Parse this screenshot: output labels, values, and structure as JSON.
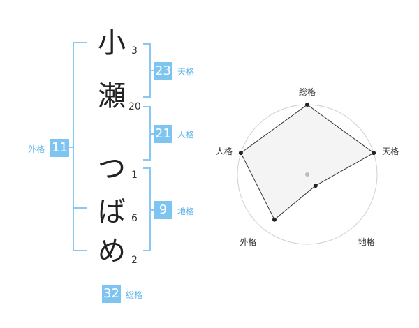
{
  "name_chars": [
    {
      "char": "小",
      "strokes": "3"
    },
    {
      "char": "瀬",
      "strokes": "20"
    },
    {
      "char": "つ",
      "strokes": "1"
    },
    {
      "char": "ば",
      "strokes": "6"
    },
    {
      "char": "め",
      "strokes": "2"
    }
  ],
  "scores": {
    "tenkaku": {
      "value": "23",
      "label": "天格"
    },
    "jinkaku": {
      "value": "21",
      "label": "人格"
    },
    "chikaku": {
      "value": "9",
      "label": "地格"
    },
    "gaikaku": {
      "value": "11",
      "label": "外格"
    },
    "soukaku": {
      "value": "32",
      "label": "総格"
    }
  },
  "radar": {
    "axes": [
      "総格",
      "天格",
      "地格",
      "外格",
      "人格"
    ],
    "values": [
      1.0,
      1.0,
      0.2,
      0.8,
      1.0
    ],
    "levels": 5,
    "colors": {
      "grid": "#d0d0d0",
      "fill": "#f2f2f2",
      "line": "#333333",
      "point": "#222222",
      "center": "#bbbbbb"
    }
  },
  "colors": {
    "accent": "#7dc4f0",
    "bracket": "#88c8f2",
    "label": "#5db3e6"
  }
}
